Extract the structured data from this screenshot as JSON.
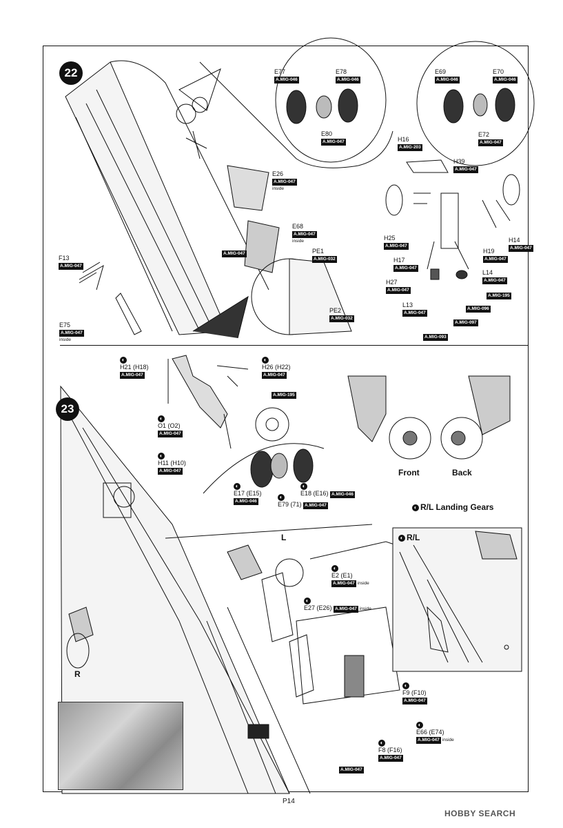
{
  "page": {
    "number": "P14",
    "watermark": "HOBBY SEARCH"
  },
  "steps": [
    {
      "number": "22"
    },
    {
      "number": "23"
    }
  ],
  "step22": {
    "parts": [
      {
        "id": "E77",
        "code": "A.MIG-046",
        "note": ""
      },
      {
        "id": "E78",
        "code": "A.MIG-046",
        "note": ""
      },
      {
        "id": "E80",
        "code": "A.MIG-047",
        "note": ""
      },
      {
        "id": "E69",
        "code": "A.MIG-046",
        "note": ""
      },
      {
        "id": "E70",
        "code": "A.MIG-046",
        "note": ""
      },
      {
        "id": "E72",
        "code": "A.MIG-047",
        "note": ""
      },
      {
        "id": "H16",
        "code": "A.MIG-203",
        "note": ""
      },
      {
        "id": "H39",
        "code": "A.MIG-047",
        "note": ""
      },
      {
        "id": "E26",
        "code": "A.MIG-047",
        "note": "inside"
      },
      {
        "id": "E68",
        "code": "A.MIG-047",
        "note": "inside"
      },
      {
        "id": "PE1",
        "code": "A.MIG-032",
        "note": ""
      },
      {
        "id": "PE2",
        "code": "A.MIG-032",
        "note": ""
      },
      {
        "id": "F13",
        "code": "A.MIG-047",
        "note": ""
      },
      {
        "id": "E75",
        "code": "A.MIG-047",
        "note": "inside"
      },
      {
        "id": "H25",
        "code": "A.MIG-047",
        "note": ""
      },
      {
        "id": "H17",
        "code": "A.MIG-047",
        "note": ""
      },
      {
        "id": "H27",
        "code": "A.MIG-047",
        "note": ""
      },
      {
        "id": "L13",
        "code": "A.MIG-047",
        "note": ""
      },
      {
        "id": "H14",
        "code": "A.MIG-047",
        "note": ""
      },
      {
        "id": "H19",
        "code": "A.MIG-047",
        "note": ""
      },
      {
        "id": "L14",
        "code": "A.MIG-047",
        "note": ""
      }
    ],
    "bare_codes": [
      "A.MIG-047",
      "A.MIG-195",
      "A.MIG-096",
      "A.MIG-097",
      "A.MIG-093"
    ]
  },
  "step23": {
    "parts": [
      {
        "id": "H21 (H18)",
        "code": "A.MIG-047",
        "note": ""
      },
      {
        "id": "H26 (H22)",
        "code": "A.MIG-047",
        "note": ""
      },
      {
        "id": "O1 (O2)",
        "code": "A.MIG-047",
        "note": ""
      },
      {
        "id": "H11 (H10)",
        "code": "A.MIG-047",
        "note": ""
      },
      {
        "id": "E17 (E15)",
        "code": "A.MIG-046",
        "note": ""
      },
      {
        "id": "E79 (71)",
        "code": "A.MIG-047",
        "note": ""
      },
      {
        "id": "E18 (E16)",
        "code": "A.MIG-046",
        "note": ""
      },
      {
        "id": "E2 (E1)",
        "code": "A.MIG-047",
        "note": "inside"
      },
      {
        "id": "E27 (E26)",
        "code": "A.MIG-047",
        "note": "inside"
      },
      {
        "id": "F9 (F10)",
        "code": "A.MIG-047",
        "note": ""
      },
      {
        "id": "E66 (E74)",
        "code": "A.MIG-047",
        "note": "inside"
      },
      {
        "id": "F8 (F16)",
        "code": "A.MIG-047",
        "note": ""
      }
    ],
    "bare_codes": [
      "A.MIG-195",
      "A.MIG-047"
    ],
    "captions": {
      "front": "Front",
      "back": "Back",
      "landing": "R/L Landing Gears",
      "rl": "R/L",
      "left": "L",
      "right": "R"
    }
  }
}
